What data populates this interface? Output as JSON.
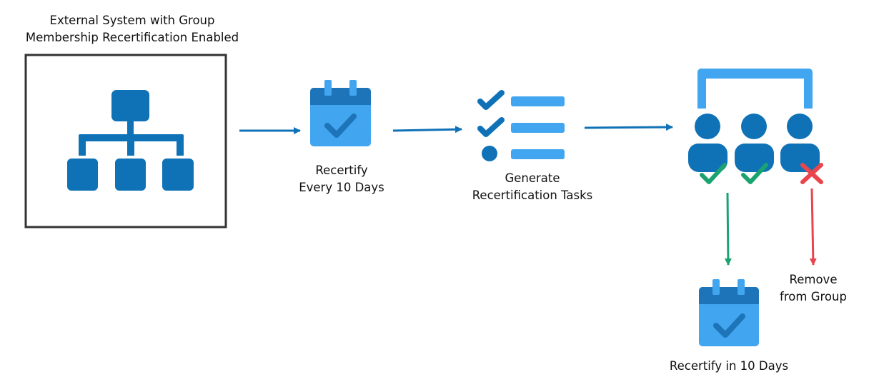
{
  "labels": {
    "system_title": "External System with Group\nMembership Recertification Enabled",
    "recertify_interval": "Recertify\nEvery 10 Days",
    "generate_tasks": "Generate\nRecertification Tasks",
    "remove_from_group": "Remove\nfrom Group",
    "recertify_next": "Recertify in 10 Days"
  },
  "colors": {
    "primary_blue": "#0f72b7",
    "calendar_light": "#42a5f0",
    "calendar_dark": "#1d74b8",
    "check_green": "#1aa371",
    "cross_red": "#e8454c",
    "box_border": "#333333"
  },
  "icons": [
    "org-chart-icon",
    "calendar-check-icon",
    "checklist-icon",
    "group-people-icon",
    "check-mark-icon",
    "cross-mark-icon"
  ]
}
